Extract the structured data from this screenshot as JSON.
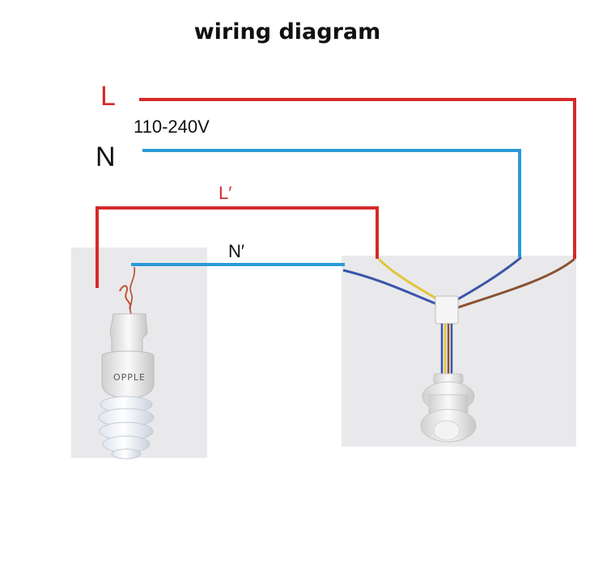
{
  "title": "wiring diagram",
  "labels": {
    "live": "L",
    "neutral": "N",
    "voltage": "110-240V",
    "live_out": "L′",
    "neutral_out": "N′",
    "brand": "OPPLE"
  },
  "colors": {
    "live_wire": "#d42a2a",
    "neutral_wire": "#2a9ad8",
    "lead_blue": "#3b55a8",
    "lead_yellow": "#e2c43a",
    "lead_brown": "#8a5232",
    "photo_bg": "#e9e9eb"
  },
  "icons": {
    "lamp": "cfl-bulb-icon",
    "sensor": "pir-motion-sensor-icon"
  }
}
